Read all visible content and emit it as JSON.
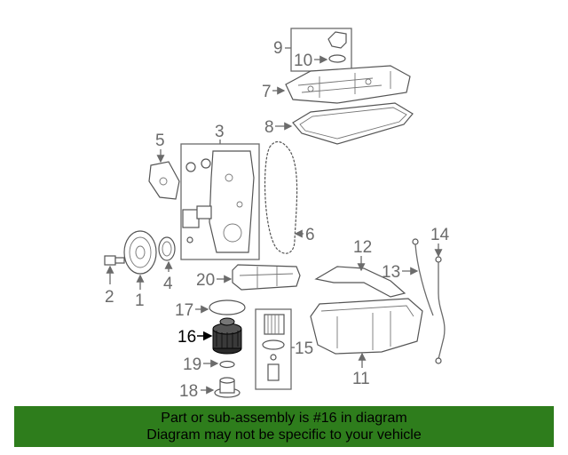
{
  "callouts": {
    "c1": "1",
    "c2": "2",
    "c3": "3",
    "c4": "4",
    "c5": "5",
    "c6": "6",
    "c7": "7",
    "c8": "8",
    "c9": "9",
    "c10": "10",
    "c11": "11",
    "c12": "12",
    "c13": "13",
    "c14": "14",
    "c15": "15",
    "c16": "16",
    "c17": "17",
    "c18": "18",
    "c19": "19",
    "c20": "20"
  },
  "highlighted_part": "16",
  "colors": {
    "banner_bg": "#2e7d1c",
    "line": "#6b6b6b",
    "highlight": "#000000"
  },
  "banner": {
    "line1": "Part or sub-assembly is #16 in diagram",
    "line2": "Diagram may not be specific to your vehicle"
  }
}
